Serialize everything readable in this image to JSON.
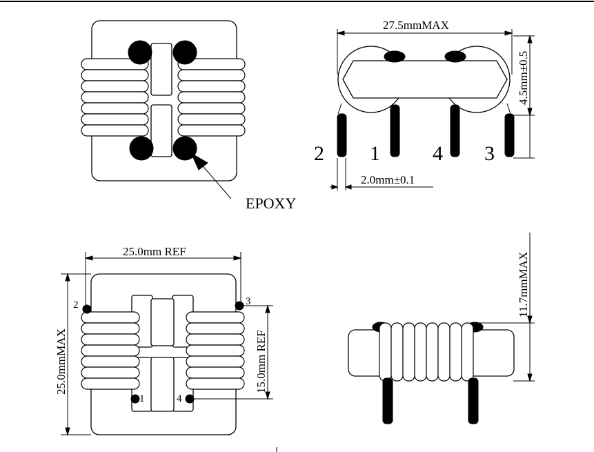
{
  "labels": {
    "epoxy": "EPOXY",
    "side_width": "27.5mmMAX",
    "side_height": "4.5mm±0.5",
    "pin_pitch": "2.0mm±0.1",
    "pin_2": "2",
    "pin_1": "1",
    "pin_4": "4",
    "pin_3": "3",
    "bottom_width": "25.0mm REF",
    "bottom_height": "25.0mmMAX",
    "pin_span": "15.0mm REF",
    "front_height": "11.7mmMAX",
    "bl_pin_2": "2",
    "bl_pin_3": "3",
    "bl_pin_1": "1",
    "bl_pin_4": "4"
  }
}
